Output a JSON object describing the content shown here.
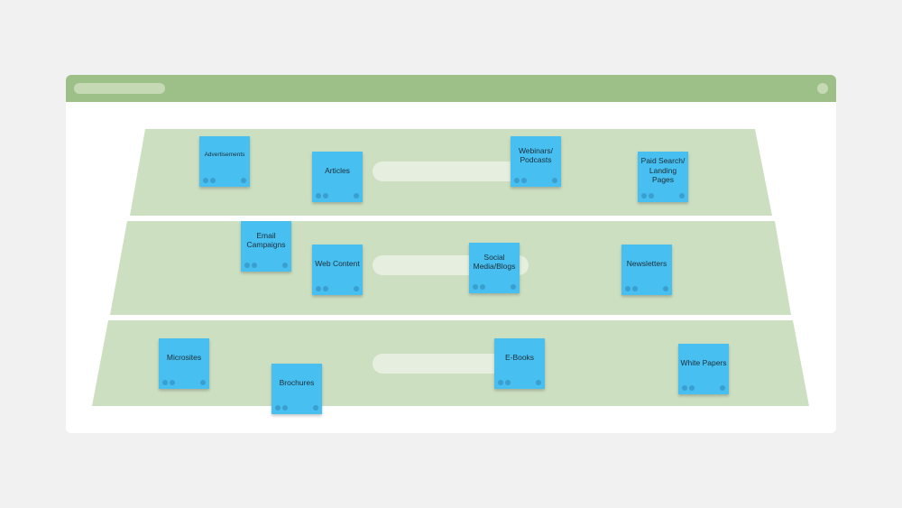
{
  "colors": {
    "background": "#f1f1f1",
    "titlebar": "#9dc088",
    "lane": "#cddfc1",
    "note": "#47bff0"
  },
  "lanes": [
    {
      "notes": [
        {
          "label": "Advertisements"
        },
        {
          "label": "Articles"
        },
        {
          "label": "Webinars/ Podcasts"
        },
        {
          "label": "Paid Search/ Landing Pages"
        }
      ]
    },
    {
      "notes": [
        {
          "label": "Email Campaigns"
        },
        {
          "label": "Web Content"
        },
        {
          "label": "Social Media/Blogs"
        },
        {
          "label": "Newsletters"
        }
      ]
    },
    {
      "notes": [
        {
          "label": "Microsites"
        },
        {
          "label": "Brochures"
        },
        {
          "label": "E-Books"
        },
        {
          "label": "White Papers"
        }
      ]
    }
  ]
}
